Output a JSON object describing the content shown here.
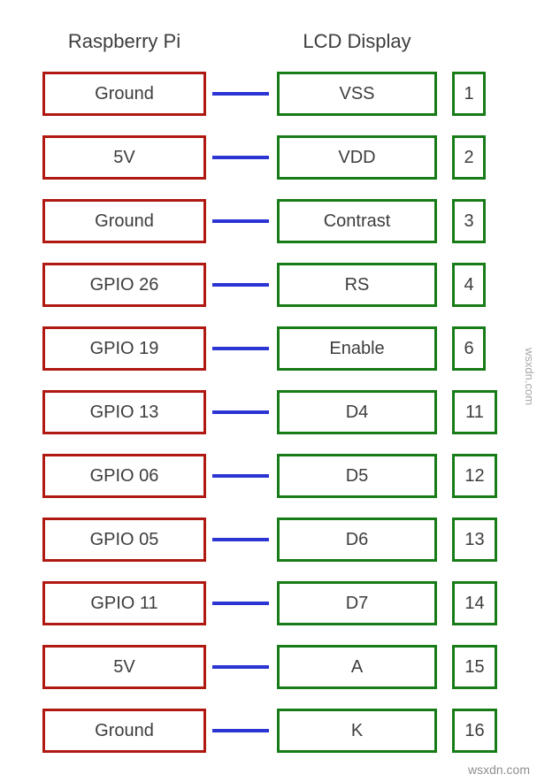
{
  "diagram": {
    "left_header": "Raspberry Pi",
    "right_header": "LCD Display",
    "rows": [
      {
        "pi": "Ground",
        "lcd": "VSS",
        "pin": "1"
      },
      {
        "pi": "5V",
        "lcd": "VDD",
        "pin": "2"
      },
      {
        "pi": "Ground",
        "lcd": "Contrast",
        "pin": "3"
      },
      {
        "pi": "GPIO 26",
        "lcd": "RS",
        "pin": "4"
      },
      {
        "pi": "GPIO 19",
        "lcd": "Enable",
        "pin": "6"
      },
      {
        "pi": "GPIO 13",
        "lcd": "D4",
        "pin": "11"
      },
      {
        "pi": "GPIO 06",
        "lcd": "D5",
        "pin": "12"
      },
      {
        "pi": "GPIO 05",
        "lcd": "D6",
        "pin": "13"
      },
      {
        "pi": "GPIO 11",
        "lcd": "D7",
        "pin": "14"
      },
      {
        "pi": "5V",
        "lcd": "A",
        "pin": "15"
      },
      {
        "pi": "Ground",
        "lcd": "K",
        "pin": "16"
      }
    ]
  },
  "watermark": {
    "bottom_text": "wsxdn.com",
    "side_text": "wsxdn.com"
  },
  "colors": {
    "pi_box_border": "#b01812",
    "lcd_box_border": "#177c17",
    "wire": "#2a35d4",
    "text": "#3d3d3d"
  }
}
